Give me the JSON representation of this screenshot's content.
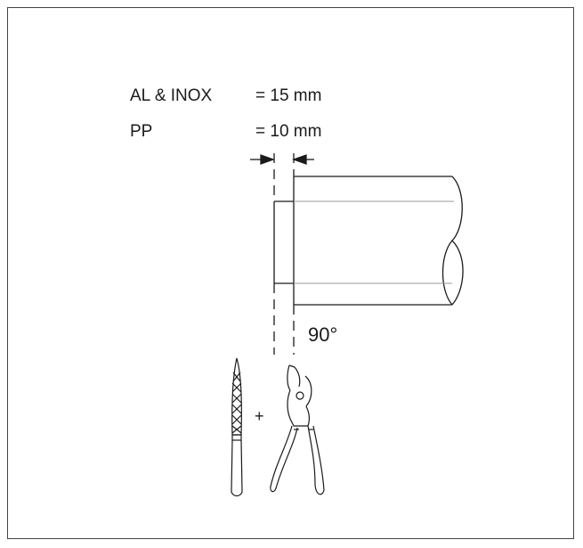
{
  "specs": [
    {
      "material": "AL & INOX",
      "value": "= 15 mm"
    },
    {
      "material": "PP",
      "value": "= 10 mm"
    }
  ],
  "angle_label": "90°",
  "plus_sign": "+",
  "icons": {
    "tool_left": "file-tool-icon",
    "tool_right": "tin-snips-icon"
  },
  "colors": {
    "line": "#1a1a1a",
    "thin_line": "#9a9a9a",
    "border": "#444444"
  }
}
